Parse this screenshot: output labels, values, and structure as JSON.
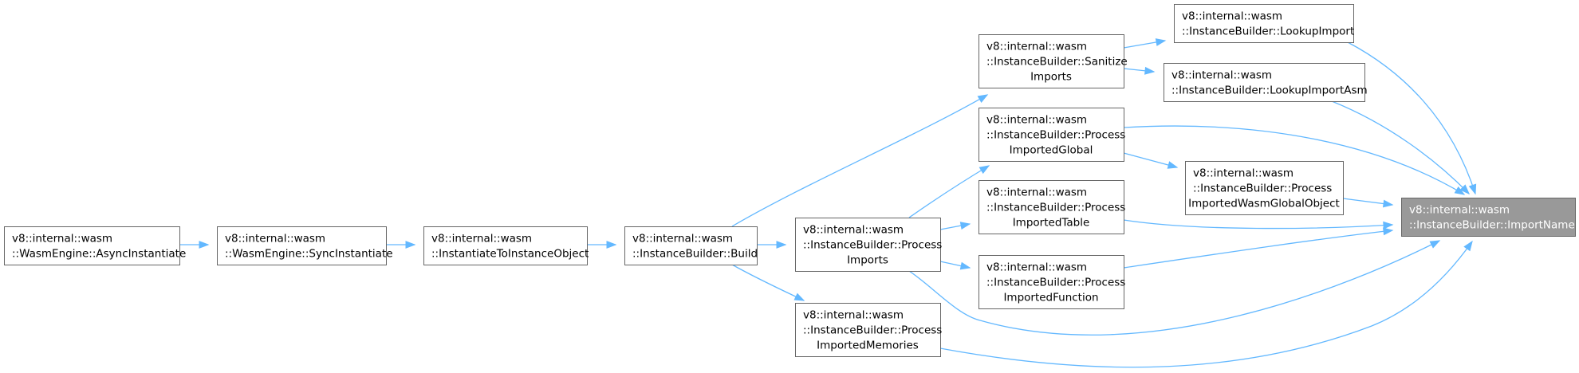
{
  "graph": {
    "nodes": [
      {
        "id": "async",
        "lines": [
          "v8::internal::wasm",
          "::WasmEngine::AsyncInstantiate"
        ],
        "focus": false
      },
      {
        "id": "sync",
        "lines": [
          "v8::internal::wasm",
          "::WasmEngine::SyncInstantiate"
        ],
        "focus": false
      },
      {
        "id": "i2i",
        "lines": [
          "v8::internal::wasm",
          "::InstantiateToInstanceObject"
        ],
        "focus": false
      },
      {
        "id": "build",
        "lines": [
          "v8::internal::wasm",
          "::InstanceBuilder::Build"
        ],
        "focus": false
      },
      {
        "id": "pimports",
        "lines": [
          "v8::internal::wasm",
          "::InstanceBuilder::Process",
          "Imports"
        ],
        "focus": false
      },
      {
        "id": "pmem",
        "lines": [
          "v8::internal::wasm",
          "::InstanceBuilder::Process",
          "ImportedMemories"
        ],
        "focus": false
      },
      {
        "id": "sanitize",
        "lines": [
          "v8::internal::wasm",
          "::InstanceBuilder::Sanitize",
          "Imports"
        ],
        "focus": false
      },
      {
        "id": "pglobal",
        "lines": [
          "v8::internal::wasm",
          "::InstanceBuilder::Process",
          "ImportedGlobal"
        ],
        "focus": false
      },
      {
        "id": "ptable",
        "lines": [
          "v8::internal::wasm",
          "::InstanceBuilder::Process",
          "ImportedTable"
        ],
        "focus": false
      },
      {
        "id": "pfunc",
        "lines": [
          "v8::internal::wasm",
          "::InstanceBuilder::Process",
          "ImportedFunction"
        ],
        "focus": false
      },
      {
        "id": "lookup",
        "lines": [
          "v8::internal::wasm",
          "::InstanceBuilder::LookupImport"
        ],
        "focus": false
      },
      {
        "id": "lookupasm",
        "lines": [
          "v8::internal::wasm",
          "::InstanceBuilder::LookupImportAsm"
        ],
        "focus": false
      },
      {
        "id": "pwasmglobal",
        "lines": [
          "v8::internal::wasm",
          "::InstanceBuilder::Process",
          "ImportedWasmGlobalObject"
        ],
        "focus": false
      },
      {
        "id": "importname",
        "lines": [
          "v8::internal::wasm",
          "::InstanceBuilder::ImportName"
        ],
        "focus": true
      }
    ],
    "edges": [
      {
        "from": "async",
        "to": "sync"
      },
      {
        "from": "sync",
        "to": "i2i"
      },
      {
        "from": "i2i",
        "to": "build"
      },
      {
        "from": "build",
        "to": "pimports"
      },
      {
        "from": "build",
        "to": "sanitize"
      },
      {
        "from": "build",
        "to": "pmem"
      },
      {
        "from": "pimports",
        "to": "pglobal"
      },
      {
        "from": "pimports",
        "to": "ptable"
      },
      {
        "from": "pimports",
        "to": "pfunc"
      },
      {
        "from": "pimports",
        "to": "importname"
      },
      {
        "from": "sanitize",
        "to": "lookup"
      },
      {
        "from": "sanitize",
        "to": "lookupasm"
      },
      {
        "from": "pglobal",
        "to": "pwasmglobal"
      },
      {
        "from": "pglobal",
        "to": "importname"
      },
      {
        "from": "ptable",
        "to": "importname"
      },
      {
        "from": "pfunc",
        "to": "importname"
      },
      {
        "from": "pmem",
        "to": "importname"
      },
      {
        "from": "lookup",
        "to": "importname"
      },
      {
        "from": "lookupasm",
        "to": "importname"
      },
      {
        "from": "pwasmglobal",
        "to": "importname"
      }
    ]
  },
  "colors": {
    "edge": "#63b8ff",
    "node_border": "#666666",
    "focus_fill": "#999999",
    "focus_text": "#ffffff"
  }
}
